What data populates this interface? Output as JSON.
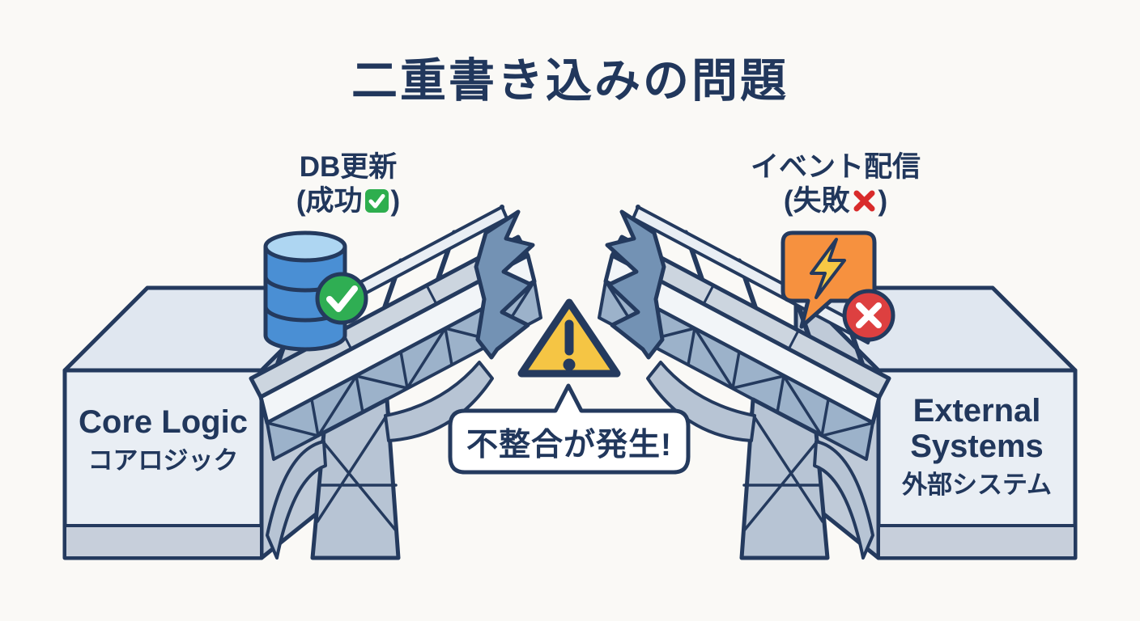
{
  "title": "二重書き込みの問題",
  "annotations": {
    "left": {
      "line1": "DB更新",
      "line2_prefix": "(成功",
      "line2_suffix": ")",
      "status": "success"
    },
    "right": {
      "line1": "イベント配信",
      "line2_prefix": "(失敗",
      "line2_suffix": ")",
      "status": "failure"
    }
  },
  "blocks": {
    "left": {
      "title": "Core Logic",
      "subtitle": "コアロジック"
    },
    "right": {
      "title_lines": [
        "External",
        "Systems"
      ],
      "subtitle": "外部システム"
    }
  },
  "center": {
    "warning_message": "不整合が発生!"
  },
  "icons": {
    "database": "blue-database-cylinder",
    "success_badge": "green-circle-white-check",
    "success_emoji": "✅",
    "event_bubble": "orange-chat-bubble-with-lightning",
    "lightning": "yellow-lightning-bolt",
    "failure_badge": "red-circle-white-x",
    "failure_emoji": "❌",
    "warning": "yellow-warning-triangle-exclamation",
    "bridge": "broken-truss-bridge-halves"
  },
  "colors": {
    "bg": "#faf9f6",
    "navy": "#243a5e",
    "text_navy": "#21375c",
    "block_face": "#e9eef4",
    "block_top": "#e0e7f0",
    "block_side": "#bfcad8",
    "block_bottom": "#c7cfdb",
    "deck": "#ccd5df",
    "deck_face": "#f2f5f8",
    "truss": "#9cb2ca",
    "jag": "#7392b4",
    "pier": "#b7c4d4",
    "db_blue": "#4a8fd4",
    "db_blue_light": "#aed6f2",
    "green": "#2fae53",
    "red": "#dd4040",
    "orange": "#f6913f",
    "bolt": "#f7c844",
    "warn": "#f5c544",
    "white": "#ffffff",
    "emoji_red": "#d92b2b",
    "emoji_green": "#2eae4e"
  }
}
